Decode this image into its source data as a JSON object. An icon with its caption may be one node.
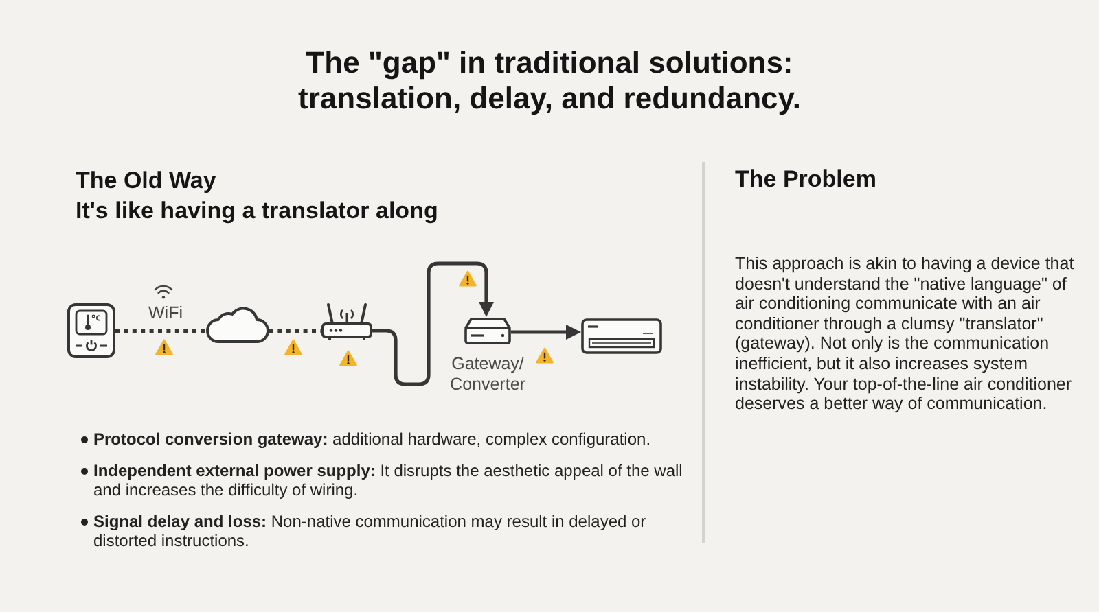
{
  "diagram": {
    "title": "The \"gap\" in traditional solutions: translation, delay, and redundancy.",
    "nodes": [
      {
        "text": [],
        "shape": "picture"
      },
      {
        "text": [],
        "shape": "cloud"
      },
      {
        "text": [],
        "shape": "picture"
      },
      {
        "text": [
          "Gateway/ Converter"
        ]
      },
      {
        "text": [],
        "shape": "picture"
      }
    ],
    "edges": [
      {
        "from": 0,
        "to": 1,
        "arrow": "none",
        "label": "WiFi",
        "style": "dashed"
      },
      {
        "from": 1,
        "to": 2,
        "arrow": "none",
        "style": "dashed"
      },
      {
        "from": 2,
        "to": 3,
        "arrow": "to"
      },
      {
        "from": 3,
        "to": 4,
        "arrow": "to"
      }
    ],
    "labels": [
      "The Old Way",
      "It's like having a translator along",
      "**Protocol conversion gateway:** additional hardware, complex configuration.",
      "**Independent external power supply:** It disrupts the aesthetic appeal of the wall and increases the difficulty of wiring.",
      "**Signal delay and loss:** Non-native communication may result in delayed or distorted instructions.",
      "The Problem",
      "This approach is akin to having a device that doesn't understand the \"native language\" of air conditioning communicate with an air conditioner through a clumsy \"translator\" (gateway). Not only is the communication inefficient, but it also increases system instability. Your top-of-the-line air conditioner deserves a better way of communication."
    ]
  }
}
